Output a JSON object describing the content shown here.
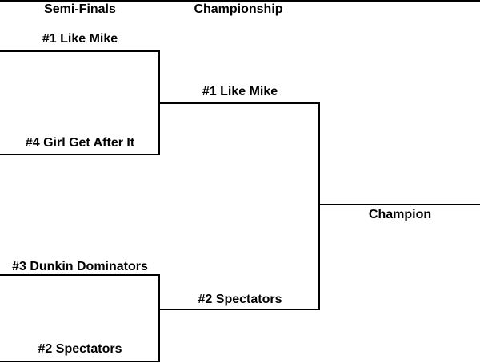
{
  "headers": {
    "semifinals": "Semi-Finals",
    "championship": "Championship"
  },
  "bracket": {
    "semifinal_1": {
      "top_team": "#1 Like Mike",
      "bottom_team": "#4 Girl Get After It",
      "winner": "#1 Like Mike"
    },
    "semifinal_2": {
      "top_team": "#3 Dunkin Dominators",
      "bottom_team": "#2 Spectators",
      "winner": "#2 Spectators"
    },
    "final": {
      "champion_slot_label": "Champion"
    }
  },
  "colors": {
    "line": "#000000",
    "text": "#000000",
    "background": "#ffffff"
  }
}
